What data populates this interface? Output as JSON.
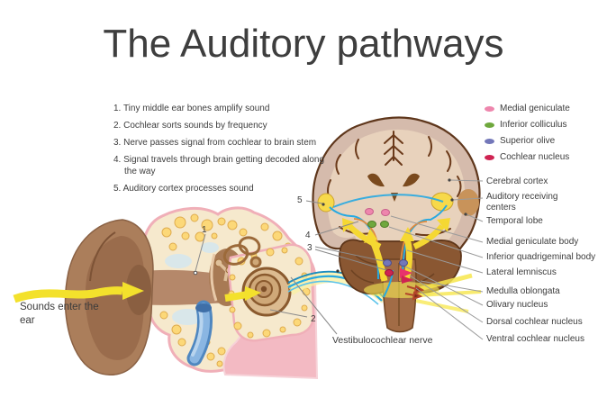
{
  "title": "The Auditory pathways",
  "steps": [
    "1. Tiny middle ear bones amplify sound",
    "2. Cochlear sorts sounds by frequency",
    "3. Nerve passes signal from cochlear to brain stem",
    "4. Signal travels through brain getting decoded along the way",
    "5. Auditory cortex processes sound"
  ],
  "legend": {
    "items": [
      {
        "label": "Medial geniculate",
        "color": "#ee86ad"
      },
      {
        "label": "Inferior colliculus",
        "color": "#6fa83d"
      },
      {
        "label": "Superior olive",
        "color": "#7377b9"
      },
      {
        "label": "Cochlear nucleus",
        "color": "#cf2352"
      }
    ]
  },
  "brain_labels": {
    "cerebral_cortex": "Cerebral cortex",
    "auditory_receiving_centers": "Auditory receiving centers",
    "temporal_lobe": "Temporal lobe",
    "medial_geniculate_body": "Medial geniculate body",
    "inferior_quadrigeminal_body": "Inferior quadrigeminal body",
    "lateral_lemniscus": "Lateral lemniscus",
    "medulla_oblongata": "Medulla oblongata",
    "olivary_nucleus": "Olivary nucleus",
    "dorsal_cochlear_nucleus": "Dorsal cochlear nucleus",
    "ventral_cochlear_nucleus": "Ventral cochlear nucleus"
  },
  "captions": {
    "sounds_enter_ear": "Sounds enter the ear",
    "vestibulocochlear_nerve": "Vestibulocochlear nerve"
  },
  "callouts": {
    "c1": "1",
    "c2": "2",
    "c3": "3",
    "c4": "4",
    "c5": "5"
  },
  "colors": {
    "sound_wave_yellow": "#f3e12c",
    "pathway_yellow": "#f5d832",
    "nerve_blue": "#27a9e1",
    "pathway_orange": "#e08a3c",
    "medial_geniculate": "#ee86ad",
    "inferior_colliculus": "#6fa83d",
    "superior_olive": "#7377b9",
    "cochlear_nucleus": "#cf2352"
  }
}
